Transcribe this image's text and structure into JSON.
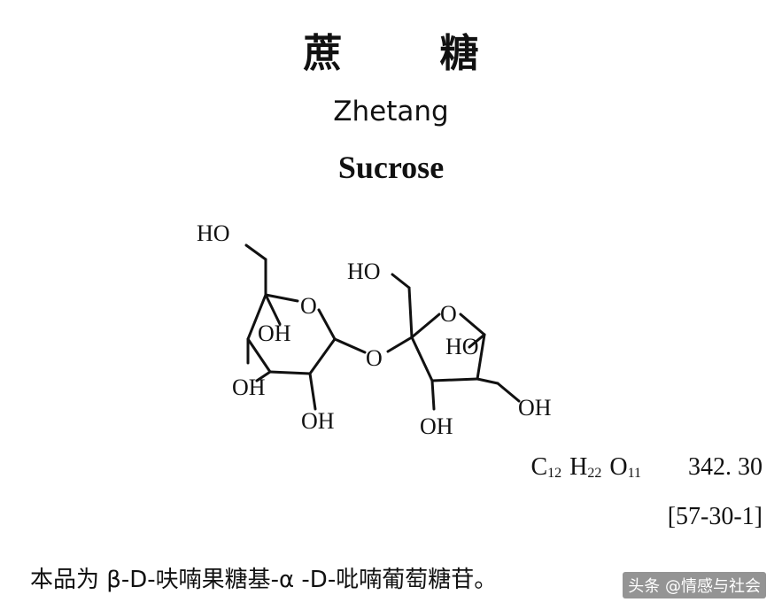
{
  "title": {
    "char1": "蔗",
    "char2": "糖",
    "pinyin": "Zhetang",
    "english": "Sucrose"
  },
  "structure": {
    "labels": {
      "ho_top": "HO",
      "o_ring1": "O",
      "oh_a": "OH",
      "oh_b": "OH",
      "oh_c": "OH",
      "o_bridge": "O",
      "ho_mid": "HO",
      "o_ring2": "O",
      "ho_ring2": "HO",
      "oh_d": "OH",
      "oh_e": "OH"
    }
  },
  "formula": {
    "c": "C",
    "c_n": "12",
    "h": "H",
    "h_n": "22",
    "o": "O",
    "o_n": "11",
    "mw": "342. 30"
  },
  "cas": "[57-30-1]",
  "description": "本品为 β-D-呋喃果糖基-α -D-吡喃葡萄糖苷。",
  "watermark": "头条 @情感与社会"
}
